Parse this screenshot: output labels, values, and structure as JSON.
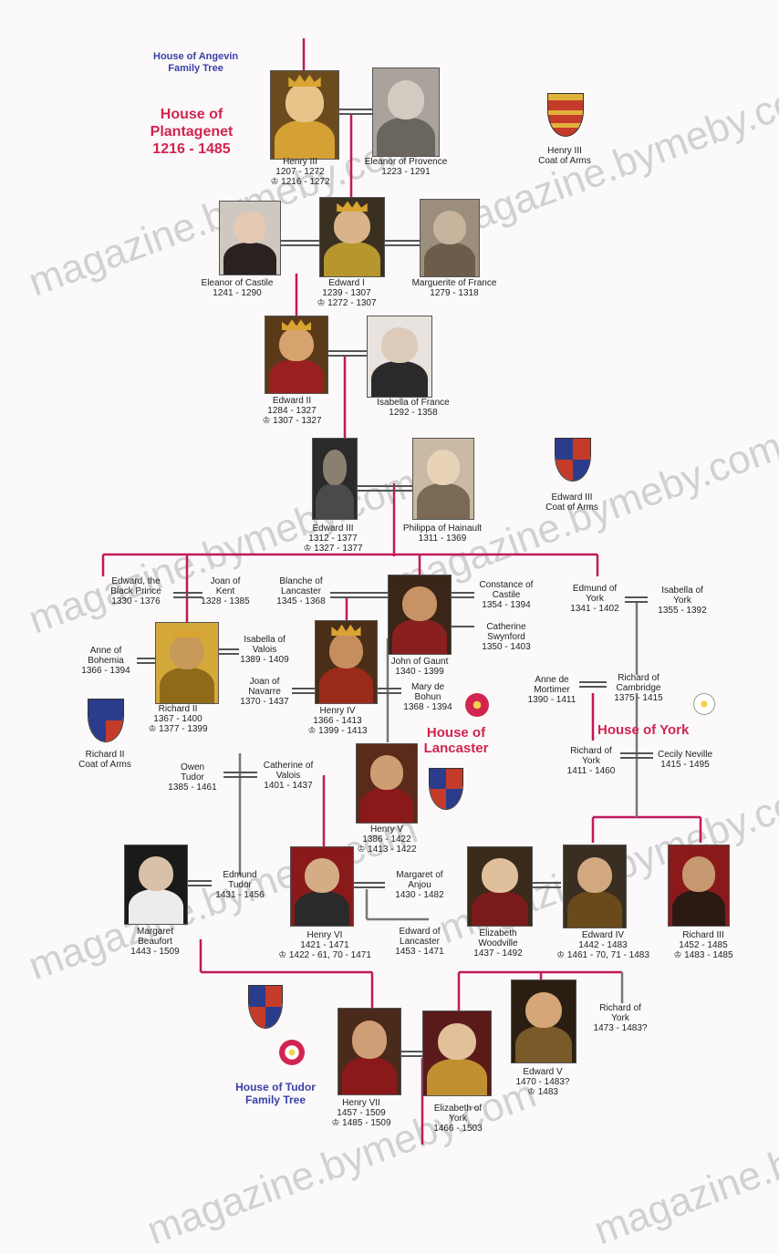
{
  "header": {
    "angevin_line1": "House of Angevin",
    "angevin_line2": "Family Tree",
    "plantagenet_line1": "House of",
    "plantagenet_line2": "Plantagenet",
    "plantagenet_line3": "1216 - 1485"
  },
  "houses": {
    "lancaster_line1": "House of",
    "lancaster_line2": "Lancaster",
    "york": "House of York",
    "tudor_line1": "House of Tudor",
    "tudor_line2": "Family Tree"
  },
  "coats": {
    "henry3_line1": "Henry III",
    "henry3_line2": "Coat of Arms",
    "edward3_line1": "Edward III",
    "edward3_line2": "Coat of Arms",
    "richard2_line1": "Richard II",
    "richard2_line2": "Coat of Arms"
  },
  "people": {
    "henry3": {
      "name": "Henry III",
      "l2": "1207 - 1272",
      "l3": "♔ 1216 - 1272"
    },
    "eleanor_provence": {
      "name": "Eleanor of Provence",
      "l2": "1223 - 1291"
    },
    "eleanor_castile": {
      "name": "Eleanor of Castile",
      "l2": "1241 - 1290"
    },
    "edward1": {
      "name": "Edward I",
      "l2": "1239 - 1307",
      "l3": "♔ 1272 - 1307"
    },
    "marguerite": {
      "name": "Marguerite of France",
      "l2": "1279 - 1318"
    },
    "edward2": {
      "name": "Edward II",
      "l2": "1284 - 1327",
      "l3": "♔ 1307 - 1327"
    },
    "isabella_france": {
      "name": "Isabella of France",
      "l2": "1292 - 1358"
    },
    "edward3": {
      "name": "Edward III",
      "l2": "1312 - 1377",
      "l3": "♔ 1327 - 1377"
    },
    "philippa": {
      "name": "Philippa of Hainault",
      "l2": "1311 - 1369"
    },
    "black_prince": {
      "name": "Edward, the",
      "l2": "Black Prince",
      "l3": "1330 - 1376"
    },
    "joan_kent": {
      "name": "Joan of",
      "l2": "Kent",
      "l3": "1328 - 1385"
    },
    "blanche": {
      "name": "Blanche of",
      "l2": "Lancaster",
      "l3": "1345 - 1368"
    },
    "constance": {
      "name": "Constance of",
      "l2": "Castile",
      "l3": "1354 - 1394"
    },
    "katherine_swynford": {
      "name": "Catherine",
      "l2": "Swynford",
      "l3": "1350 - 1403"
    },
    "edmund_york": {
      "name": "Edmund of",
      "l2": "York",
      "l3": "1341 - 1402"
    },
    "isabella_york": {
      "name": "Isabella of",
      "l2": "York",
      "l3": "1355 - 1392"
    },
    "anne_bohemia": {
      "name": "Anne of",
      "l2": "Bohemia",
      "l3": "1366 - 1394"
    },
    "isabella_valois": {
      "name": "Isabella of",
      "l2": "Valois",
      "l3": "1389 - 1409"
    },
    "joan_navarre": {
      "name": "Joan of",
      "l2": "Navarre",
      "l3": "1370 - 1437"
    },
    "john_gaunt": {
      "name": "John of Gaunt",
      "l2": "1340 - 1399"
    },
    "mary_bohun": {
      "name": "Mary de",
      "l2": "Bohun",
      "l3": "1368 - 1394"
    },
    "anne_mortimer": {
      "name": "Anne de",
      "l2": "Mortimer",
      "l3": "1390 - 1411"
    },
    "richard_cambridge": {
      "name": "Richard of",
      "l2": "Cambridge",
      "l3": "1375 - 1415"
    },
    "richard2": {
      "name": "Richard II",
      "l2": "1367 - 1400",
      "l3": "♔ 1377 - 1399"
    },
    "henry4": {
      "name": "Henry IV",
      "l2": "1366 - 1413",
      "l3": "♔ 1399 - 1413"
    },
    "owen_tudor": {
      "name": "Owen",
      "l2": "Tudor",
      "l3": "1385 - 1461"
    },
    "catherine_valois": {
      "name": "Catherine of",
      "l2": "Valois",
      "l3": "1401 - 1437"
    },
    "richard_york": {
      "name": "Richard of",
      "l2": "York",
      "l3": "1411 - 1460"
    },
    "cecily": {
      "name": "Cecily Neville",
      "l2": "1415 - 1495"
    },
    "henry5": {
      "name": "Henry V",
      "l2": "1386 - 1422",
      "l3": "♔ 1413 - 1422"
    },
    "margaret_beaufort": {
      "name": "Margaret",
      "l2": "Beaufort",
      "l3": "1443 - 1509"
    },
    "edmund_tudor": {
      "name": "Edmund",
      "l2": "Tudor",
      "l3": "1431 - 1456"
    },
    "henry6": {
      "name": "Henry VI",
      "l2": "1421 - 1471",
      "l3": "♔ 1422 - 61, 70 - 1471"
    },
    "margaret_anjou": {
      "name": "Margaret of",
      "l2": "Anjou",
      "l3": "1430 - 1482"
    },
    "edward_lancaster": {
      "name": "Edward of",
      "l2": "Lancaster",
      "l3": "1453 - 1471"
    },
    "elizabeth_woodville": {
      "name": "Elizabeth",
      "l2": "Woodville",
      "l3": "1437 - 1492"
    },
    "edward4": {
      "name": "Edward IV",
      "l2": "1442 - 1483",
      "l3": "♔ 1461 - 70, 71 - 1483"
    },
    "richard3": {
      "name": "Richard III",
      "l2": "1452 - 1485",
      "l3": "♔ 1483 - 1485"
    },
    "richard_york_prince": {
      "name": "Richard of",
      "l2": "York",
      "l3": "1473 - 1483?"
    },
    "edward5": {
      "name": "Edward V",
      "l2": "1470 - 1483?",
      "l3": "♔ 1483"
    },
    "henry7": {
      "name": "Henry VII",
      "l2": "1457 - 1509",
      "l3": "♔ 1485 - 1509"
    },
    "elizabeth_york": {
      "name": "Elizabeth of",
      "l2": "York",
      "l3": "1466 - 1503"
    }
  },
  "watermark": "magazine.bymeby.com",
  "colors": {
    "line_red": "#c2185b",
    "line_grey": "#777777",
    "heading_red": "#d1254f",
    "heading_blue": "#3a3fa8",
    "background": "#fbf9f9"
  }
}
